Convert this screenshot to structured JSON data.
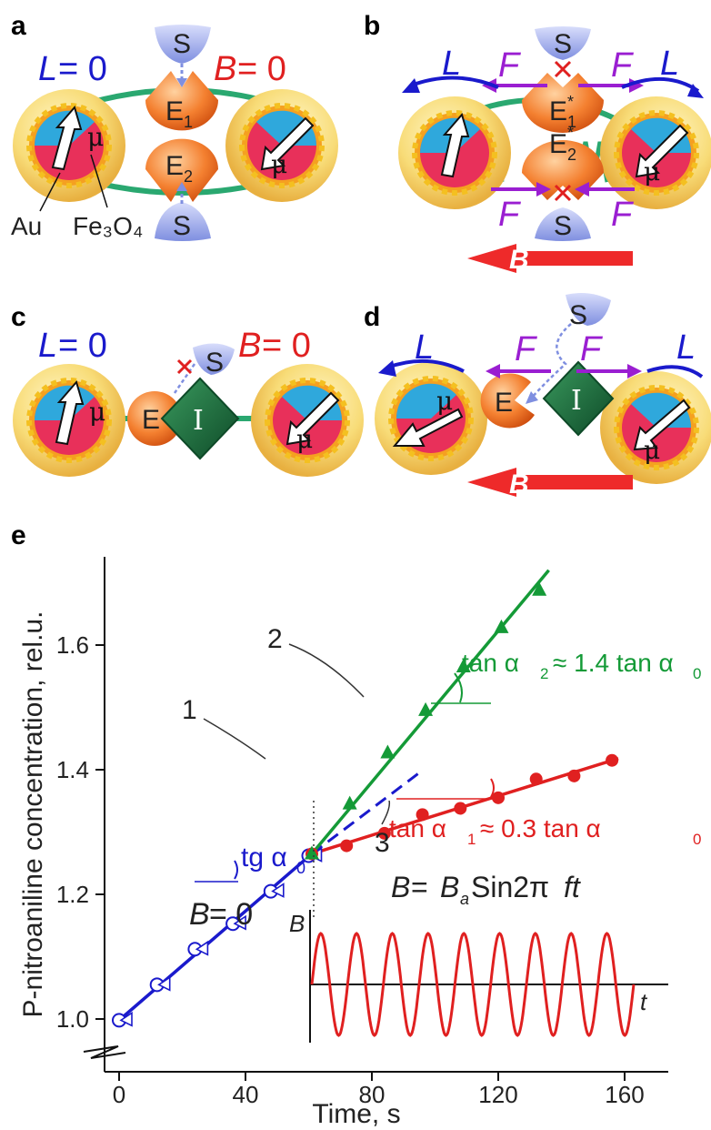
{
  "panels": {
    "a": {
      "letter": "a",
      "L_sym": "L",
      "L_eq": " = 0",
      "B_sym": "B",
      "B_eq": " = 0",
      "S_top": "S",
      "S_bottom": "S",
      "E1": "E",
      "E1_sub": "1",
      "E2": "E",
      "E2_sub": "2",
      "mu": "μ",
      "au_label": "Au",
      "fe3o4_label": "Fe₃O₄"
    },
    "b": {
      "letter": "b",
      "L": "L",
      "F": "F",
      "S": "S",
      "E1": "E",
      "E1_sub": "1",
      "E2": "E",
      "E2_sub": "2",
      "star": "*",
      "mu": "μ",
      "B": "B"
    },
    "c": {
      "letter": "c",
      "L_sym": "L",
      "L_eq": " = 0",
      "B_sym": "B",
      "B_eq": " = 0",
      "S": "S",
      "E": "E",
      "I": "I",
      "mu": "μ"
    },
    "d": {
      "letter": "d",
      "L": "L",
      "F": "F",
      "S": "S",
      "E": "E",
      "I": "I",
      "mu": "μ",
      "B": "B"
    }
  },
  "chart_data": {
    "type": "scatter",
    "panel_letter": "e",
    "xlabel": "Time, s",
    "ylabel": "P-nitroaniline concentration, rel.u.",
    "xlim": [
      -5,
      172
    ],
    "ylim": [
      0.94,
      1.72
    ],
    "x_ticks": [
      "0",
      "40",
      "80",
      "120",
      "160"
    ],
    "y_ticks": [
      "1.0",
      "1.2",
      "1.4",
      "1.6"
    ],
    "series": [
      {
        "name": "1",
        "color": "#1a1acc",
        "marker": "circle-open",
        "x": [
          0,
          12,
          24,
          36,
          48,
          60
        ],
        "y": [
          0.998,
          1.055,
          1.112,
          1.153,
          1.205,
          1.262
        ]
      },
      {
        "name": "2",
        "color": "#149a37",
        "marker": "triangle",
        "x": [
          61,
          73,
          85,
          97,
          109,
          121,
          133
        ],
        "y": [
          1.265,
          1.345,
          1.427,
          1.495,
          1.565,
          1.628,
          1.688
        ]
      },
      {
        "name": "3",
        "color": "#e02020",
        "marker": "circle",
        "x": [
          61,
          72,
          84,
          96,
          108,
          120,
          132,
          144,
          156
        ],
        "y": [
          1.265,
          1.278,
          1.298,
          1.328,
          1.338,
          1.355,
          1.385,
          1.39,
          1.415
        ]
      }
    ],
    "annotations": {
      "curve1": "1",
      "curve2": "2",
      "curve3": "3",
      "tg": "tg α",
      "tg_sub": "0",
      "b_zero_sym": "B",
      "b_zero_eq": " = 0",
      "tan2_pre": "tan α",
      "tan2_sub": "2",
      "tan2_mid": "≈ 1.4 tan α",
      "tan2_sub0": "0",
      "tan1_pre": "tan α",
      "tan1_sub": "1",
      "tan1_mid": "≈ 0.3 tan α",
      "tan1_sub0": "0",
      "inset_B": "B",
      "inset_eq": " = ",
      "inset_Ba": "B",
      "inset_a": "a",
      "inset_sin": "Sin2π",
      "inset_ft": "ft",
      "inset_axis_B": "B",
      "inset_axis_t": "t"
    },
    "inset": {
      "type": "line",
      "function": "sine",
      "cycles": 9
    }
  },
  "colors": {
    "blue": "#1a1acc",
    "red": "#e02020",
    "green": "#149a37",
    "purple": "#9a1ed1",
    "orange": "#f07020",
    "gold": "#f5d060",
    "cyan": "#2fa8dc",
    "pink": "#e8305a",
    "lavender": "#8f9fe8",
    "diamond": "#1e6a3e"
  }
}
